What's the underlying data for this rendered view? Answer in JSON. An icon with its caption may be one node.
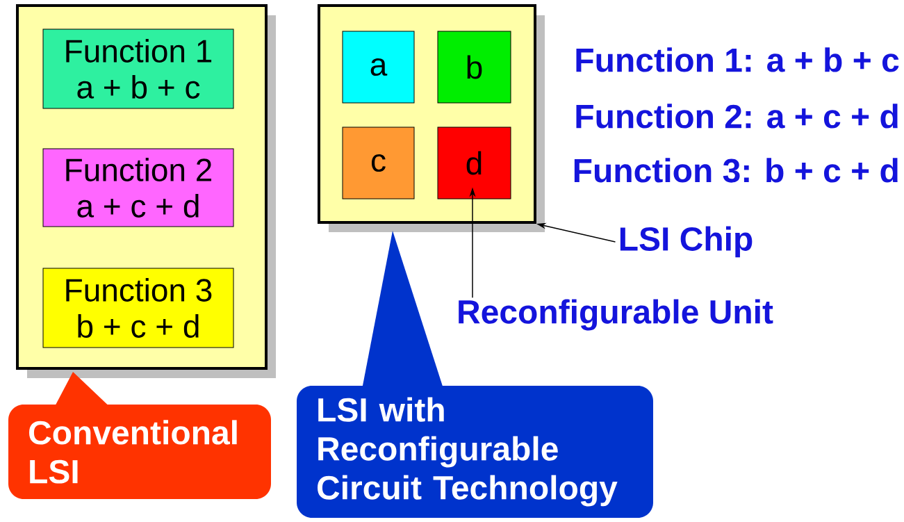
{
  "diagram": {
    "nodes": [
      {
        "text": [],
        "shape": "box"
      },
      {
        "text": [
          "Function 1",
          "a + b + c"
        ],
        "in": 0
      },
      {
        "text": [
          "Function 2",
          "a + c + d"
        ],
        "in": 0
      },
      {
        "text": [
          "Function 3",
          "b + c + d"
        ],
        "in": 0
      },
      {
        "text": [],
        "shape": "box"
      },
      {
        "text": [
          "a"
        ],
        "in": 4
      },
      {
        "text": [
          "b"
        ],
        "in": 4
      },
      {
        "text": [
          "c"
        ],
        "in": 4
      },
      {
        "text": [
          "d"
        ],
        "in": 4
      },
      {
        "text": [
          "LSI Chip"
        ]
      },
      {
        "text": [
          "Reconfigurable Unit"
        ]
      },
      {
        "text": [
          "Conventional LSI"
        ]
      },
      {
        "text": [
          "LSI with Reconfigurable Circuit Technology"
        ]
      }
    ],
    "edges": [
      {
        "from": 9,
        "to": 4,
        "arrow": "to"
      },
      {
        "from": 10,
        "to": 8,
        "arrow": "to"
      }
    ],
    "labels": [
      "Function 1: a + b + c",
      "Function 2: a + c + d",
      "Function 3: b + c + d"
    ]
  }
}
